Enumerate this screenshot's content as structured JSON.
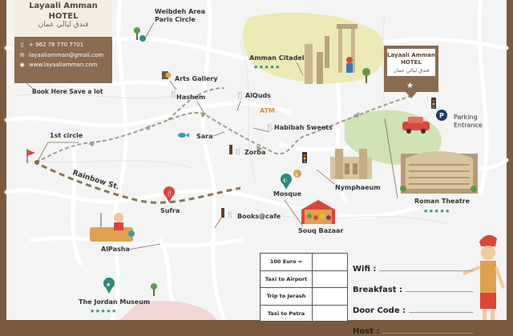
{
  "hotel": {
    "name_line1": "Layaali Amman",
    "name_line2": "HOTEL",
    "name_arabic": "فندق ليالي عمان",
    "phone": "+ 962 78 770 7701",
    "email": "layaaliamman@gmail.com",
    "website": "www.layaaliamman.com",
    "book_note": "Book Here Save a lot"
  },
  "hotel_marker": {
    "line1": "Layaali Amman",
    "line2": "HOTEL",
    "arabic": "فندق ليالي عمان"
  },
  "places": {
    "weibdeh": {
      "line1": "Weibdeh Area",
      "line2": "Paris Circle"
    },
    "citadel": {
      "name": "Amman Citadel",
      "stars": "★★★★★"
    },
    "arts_gallery": "Arts Gallery",
    "hashem": "Hashem",
    "alquds": "AlQuds",
    "atm": "ATM",
    "habibah": "Habibah Sweets",
    "sara": "Sara",
    "zorba": "Zorba",
    "first_circle": "1st circle",
    "rainbow": "Rainbow St.",
    "sufra": "Sufra",
    "mosque": "Mosque",
    "nymphaeum": "Nymphaeum",
    "souq": "Souq Bazaar",
    "books_cafe": "Books@cafe",
    "alpasha": "AlPasha",
    "museum": {
      "name": "The Jordan Museum",
      "stars": "★★★★★"
    },
    "roman": {
      "name": "Roman Theatre",
      "stars": "★★★★★"
    },
    "parking": {
      "icon": "P",
      "line1": "Parking",
      "line2": "Entrance"
    }
  },
  "info_table": [
    "100 Euro =",
    "Taxi to Airport",
    "Trip to Jerash",
    "Taxi to Petra"
  ],
  "fields": [
    "Wifi :",
    "Breakfast :",
    "Door Code :",
    "Host :"
  ],
  "colors": {
    "accent_red": "#d9473a",
    "star_teal": "#2c8a7a",
    "brown": "#8a6c52",
    "park_green": "#cfe3b5",
    "citadel_yellow": "#ede9b5"
  }
}
